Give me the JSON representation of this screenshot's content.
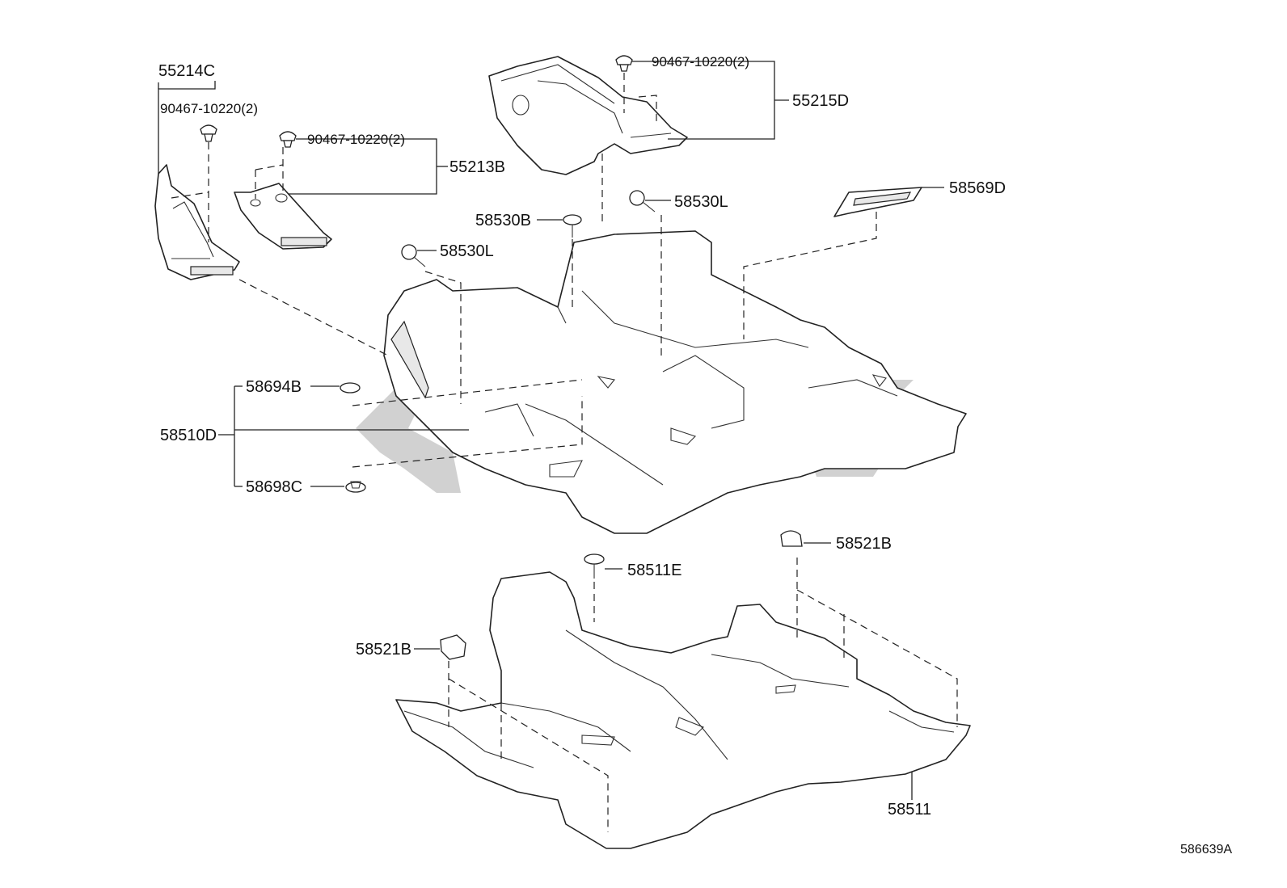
{
  "labels": {
    "p55214C": "55214C",
    "p90467a": "90467-10220(2)",
    "p90467b": "90467-10220(2)",
    "p90467c": "90467-10220(2)",
    "p55213B": "55213B",
    "p55215D": "55215D",
    "p58569D": "58569D",
    "p58530L_top": "58530L",
    "p58530B": "58530B",
    "p58530L_mid": "58530L",
    "p58694B": "58694B",
    "p58510D": "58510D",
    "p58698C": "58698C",
    "p58521B_right": "58521B",
    "p58511E": "58511E",
    "p58521B_left": "58521B",
    "p58511": "58511"
  },
  "catalog_number": "586639A",
  "colors": {
    "line": "#222222",
    "watermark": "#c9c9c9"
  }
}
